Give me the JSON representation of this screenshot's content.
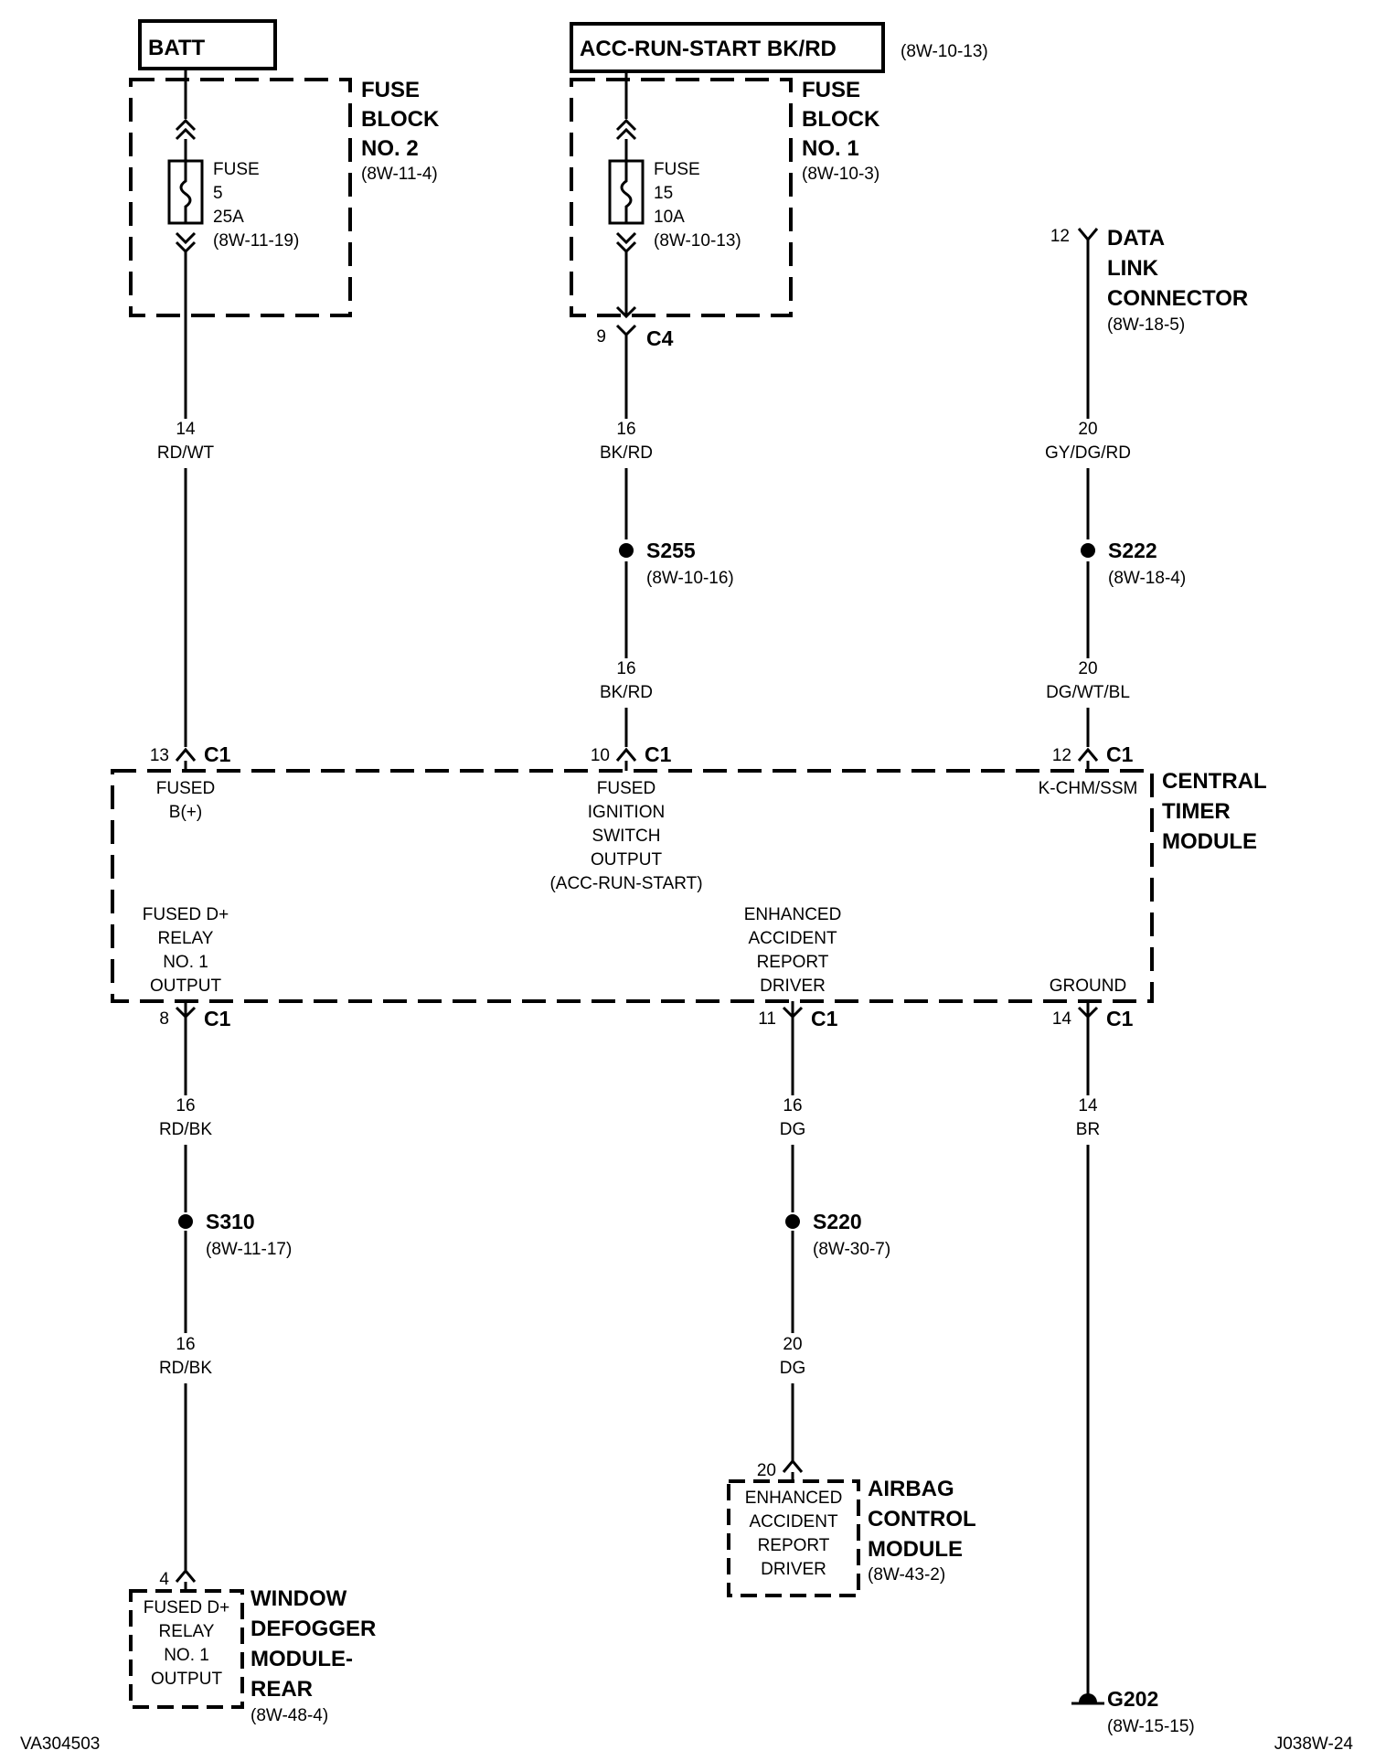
{
  "batt": {
    "label": "BATT"
  },
  "acc_run": {
    "label": "ACC-RUN-START BK/RD",
    "ref": "(8W-10-13)"
  },
  "fuse_block_2": {
    "title": [
      "FUSE",
      "BLOCK",
      "NO. 2"
    ],
    "ref": "(8W-11-4)",
    "fuse_label": "FUSE",
    "fuse_num": "5",
    "fuse_amps": "25A",
    "fuse_ref": "(8W-11-19)"
  },
  "fuse_block_1": {
    "title": [
      "FUSE",
      "BLOCK",
      "NO. 1"
    ],
    "ref": "(8W-10-3)",
    "fuse_label": "FUSE",
    "fuse_num": "15",
    "fuse_amps": "10A",
    "fuse_ref": "(8W-10-13)"
  },
  "c4": {
    "pin": "9",
    "name": "C4"
  },
  "dlc": {
    "pin": "12",
    "title": [
      "DATA",
      "LINK",
      "CONNECTOR"
    ],
    "ref": "(8W-18-5)"
  },
  "wires": {
    "w1": {
      "gauge": "14",
      "color": "RD/WT"
    },
    "w2": {
      "gauge": "16",
      "color": "BK/RD"
    },
    "w3": {
      "gauge": "16",
      "color": "BK/RD"
    },
    "w4": {
      "gauge": "20",
      "color": "GY/DG/RD"
    },
    "w5": {
      "gauge": "20",
      "color": "DG/WT/BL"
    },
    "w6": {
      "gauge": "16",
      "color": "RD/BK"
    },
    "w7": {
      "gauge": "16",
      "color": "RD/BK"
    },
    "w8": {
      "gauge": "16",
      "color": "DG"
    },
    "w9": {
      "gauge": "20",
      "color": "DG"
    },
    "w10": {
      "gauge": "14",
      "color": "BR"
    }
  },
  "splices": {
    "s255": {
      "name": "S255",
      "ref": "(8W-10-16)"
    },
    "s222": {
      "name": "S222",
      "ref": "(8W-18-4)"
    },
    "s310": {
      "name": "S310",
      "ref": "(8W-11-17)"
    },
    "s220": {
      "name": "S220",
      "ref": "(8W-30-7)"
    }
  },
  "ctm": {
    "title": [
      "CENTRAL",
      "TIMER",
      "MODULE"
    ],
    "top_pins": [
      {
        "pin": "13",
        "conn": "C1",
        "label": [
          "FUSED",
          "B(+)"
        ]
      },
      {
        "pin": "10",
        "conn": "C1",
        "label": [
          "FUSED",
          "IGNITION",
          "SWITCH",
          "OUTPUT",
          "(ACC-RUN-START)"
        ]
      },
      {
        "pin": "12",
        "conn": "C1",
        "label": [
          "K-CHM/SSM"
        ]
      }
    ],
    "bottom_pins": [
      {
        "pin": "8",
        "conn": "C1",
        "label": [
          "FUSED D+",
          "RELAY",
          "NO. 1",
          "OUTPUT"
        ]
      },
      {
        "pin": "11",
        "conn": "C1",
        "label": [
          "ENHANCED",
          "ACCIDENT",
          "REPORT",
          "DRIVER"
        ]
      },
      {
        "pin": "14",
        "conn": "C1",
        "label": [
          "GROUND"
        ]
      }
    ]
  },
  "airbag": {
    "pin": "20",
    "inner": [
      "ENHANCED",
      "ACCIDENT",
      "REPORT",
      "DRIVER"
    ],
    "title": [
      "AIRBAG",
      "CONTROL",
      "MODULE"
    ],
    "ref": "(8W-43-2)"
  },
  "window_defogger": {
    "pin": "4",
    "inner": [
      "FUSED D+",
      "RELAY",
      "NO. 1",
      "OUTPUT"
    ],
    "title": [
      "WINDOW",
      "DEFOGGER",
      "MODULE-",
      "REAR"
    ],
    "ref": "(8W-48-4)"
  },
  "ground": {
    "name": "G202",
    "ref": "(8W-15-15)"
  },
  "footer": {
    "left": "VA304503",
    "right": "J038W-24"
  }
}
